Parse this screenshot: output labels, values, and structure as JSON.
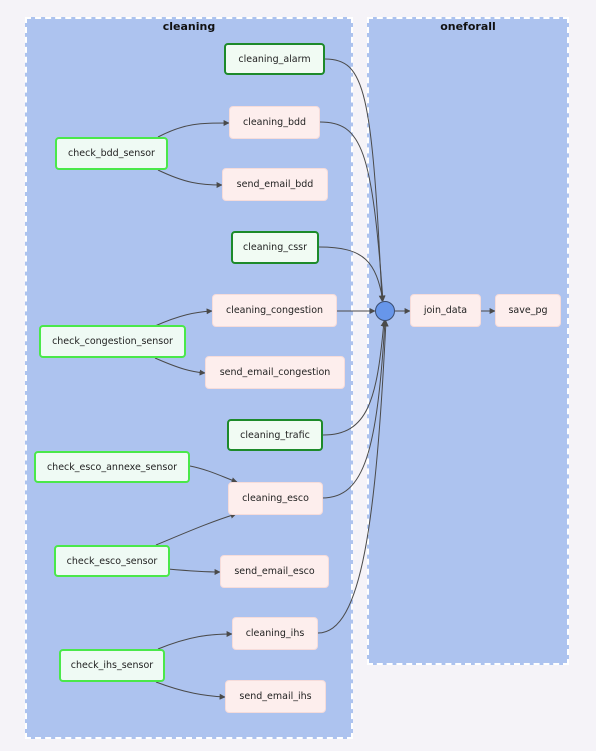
{
  "groups": {
    "cleaning": {
      "title": "cleaning"
    },
    "oneforall": {
      "title": "oneforall"
    }
  },
  "nodes": {
    "cleaning_alarm": "cleaning_alarm",
    "cleaning_bdd": "cleaning_bdd",
    "check_bdd_sensor": "check_bdd_sensor",
    "send_email_bdd": "send_email_bdd",
    "cleaning_cssr": "cleaning_cssr",
    "cleaning_congestion": "cleaning_congestion",
    "check_congestion_sensor": "check_congestion_sensor",
    "send_email_congestion": "send_email_congestion",
    "cleaning_trafic": "cleaning_trafic",
    "check_esco_annexe_sensor": "check_esco_annexe_sensor",
    "cleaning_esco": "cleaning_esco",
    "check_esco_sensor": "check_esco_sensor",
    "send_email_esco": "send_email_esco",
    "cleaning_ihs": "cleaning_ihs",
    "check_ihs_sensor": "check_ihs_sensor",
    "send_email_ihs": "send_email_ihs",
    "join_data": "join_data",
    "save_pg": "save_pg"
  },
  "colors": {
    "group_fill": "#adc3ef",
    "task_fill": "#fdeeed",
    "sensor_border": "#4ae84a",
    "dark_border": "#1d8a2a",
    "edge": "#4a4a4a",
    "join_circle": "#6796ea"
  }
}
